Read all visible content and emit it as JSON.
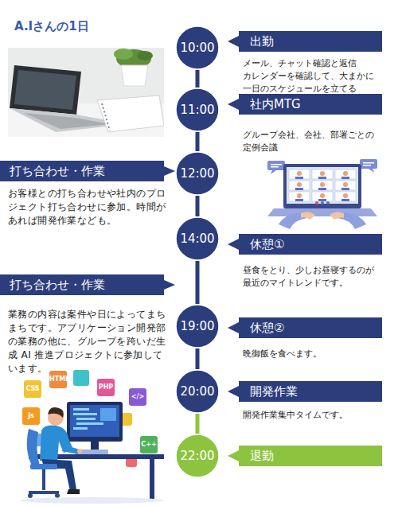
{
  "diagram": {
    "title": "A.Iさんの1日",
    "nodes": [
      {
        "text": [
          "10:00"
        ]
      },
      {
        "text": [
          "出勤",
          "メール、チャット確認と返信 カレンダーを確認して、大まかに 一日のスケジュールを立てる"
        ]
      },
      {
        "text": [
          "11:00"
        ]
      },
      {
        "text": [
          "社内MTG",
          "グループ会社、会社、部署ごとの 定例会議"
        ]
      },
      {
        "text": [
          "打ち合わせ・作業",
          "お客様との打ち合わせや社内のプロジェクト打ち合わせに参加。時間があれば開発作業なども。"
        ]
      },
      {
        "text": [
          "12:00"
        ]
      },
      {
        "text": [
          "14:00"
        ]
      },
      {
        "text": [
          "休憩①",
          "昼食をとり、少しお昼寝するのが 最近のマイトレンドです。"
        ]
      },
      {
        "text": [
          "打ち合わせ・作業",
          "業務の内容は案件や日によってまちまちです。アプリケーション開発部の業務の他に、グループを跨いだ生成 AI 推進プロジェクトに参加しています。"
        ]
      },
      {
        "text": [
          "19:00"
        ]
      },
      {
        "text": [
          "休憩②",
          "晩御飯を食べます。"
        ]
      },
      {
        "text": [
          "20:00"
        ]
      },
      {
        "text": [
          "開発作業",
          "開発作業集中タイムです。"
        ]
      },
      {
        "text": [
          "22:00"
        ]
      },
      {
        "text": [
          "退勤"
        ]
      }
    ],
    "edges": [
      {
        "from": 0,
        "to": 2,
        "arrow": "none"
      },
      {
        "from": 2,
        "to": 5,
        "arrow": "none"
      },
      {
        "from": 5,
        "to": 6,
        "arrow": "none"
      },
      {
        "from": 6,
        "to": 9,
        "arrow": "none"
      },
      {
        "from": 9,
        "to": 11,
        "arrow": "none"
      },
      {
        "from": 11,
        "to": 13,
        "arrow": "none"
      }
    ],
    "labels": [
      "CSS",
      "HTML",
      "PHP",
      "</>",
      "Js",
      "C++"
    ]
  }
}
